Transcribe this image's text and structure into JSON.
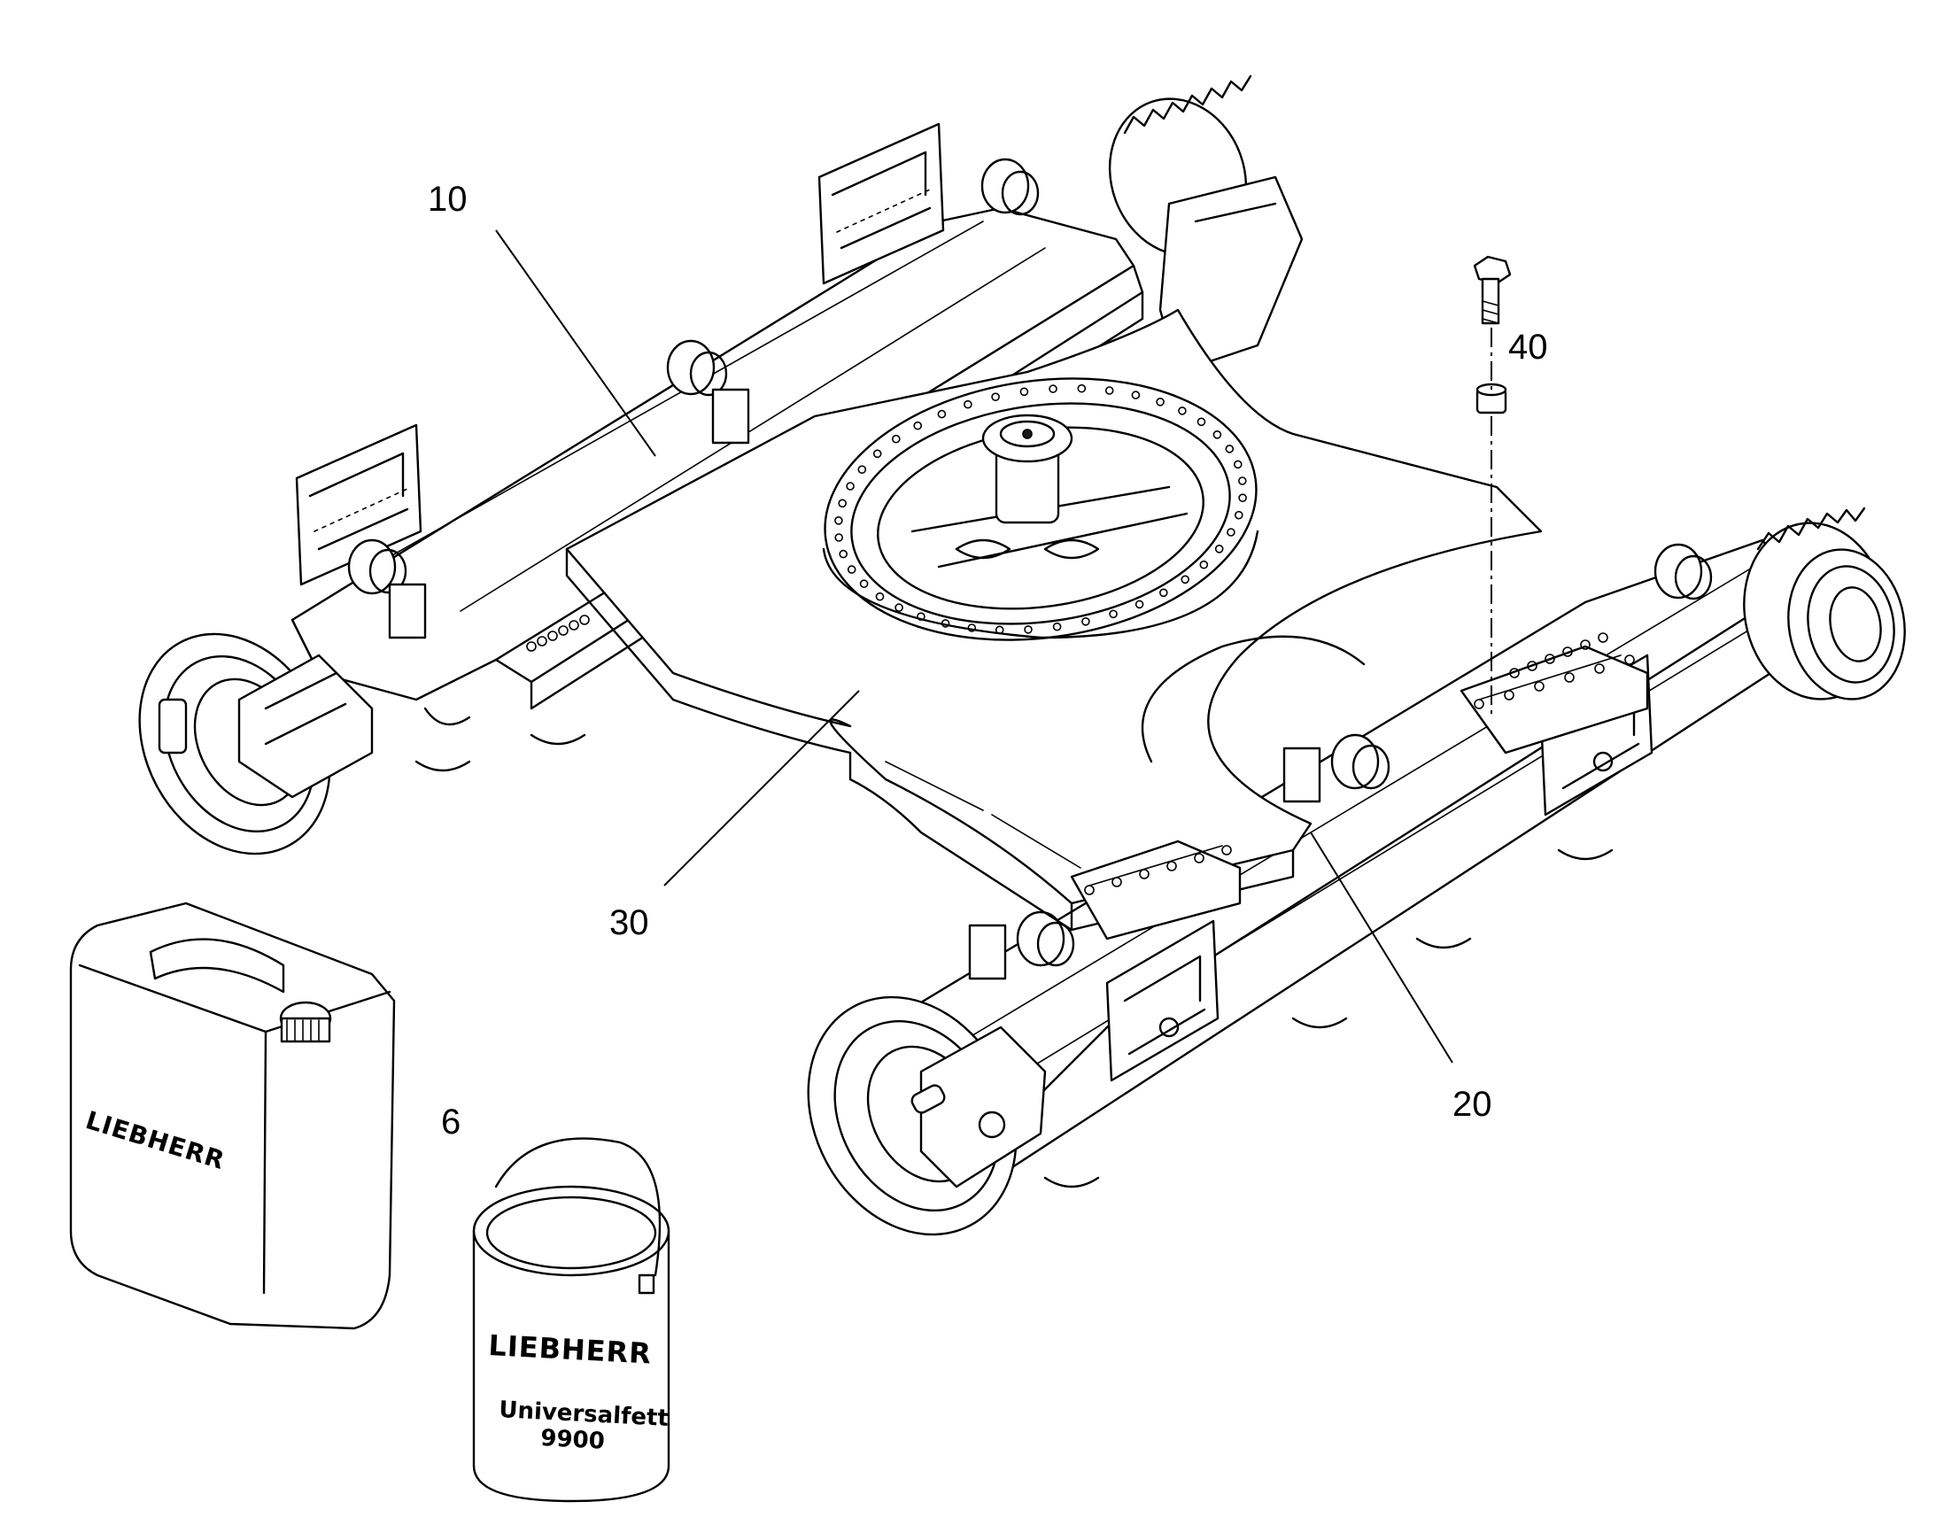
{
  "callouts": {
    "c10": "10",
    "c20": "20",
    "c30": "30",
    "c40": "40",
    "c6": "6"
  },
  "canister": {
    "brand": "LIEBHERR"
  },
  "grease_can": {
    "brand": "LIEBHERR",
    "product": "Universalfett",
    "number": "9900"
  }
}
